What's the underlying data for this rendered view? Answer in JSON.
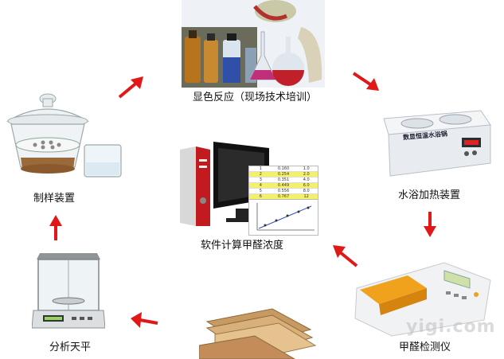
{
  "steps": {
    "color_reaction": "显色反应（现场技术培训）",
    "water_bath": "水浴加热装置",
    "formaldehyde_detector": "甲醛检测仪",
    "software": "软件计算甲醛浓度",
    "analytical_balance": "分析天平",
    "sample_prep": "制样装置"
  },
  "water_bath_panel": "数显恒温水浴锅",
  "watermark": "yigi.com",
  "colors": {
    "arrow": "#e01818",
    "text": "#111111"
  }
}
